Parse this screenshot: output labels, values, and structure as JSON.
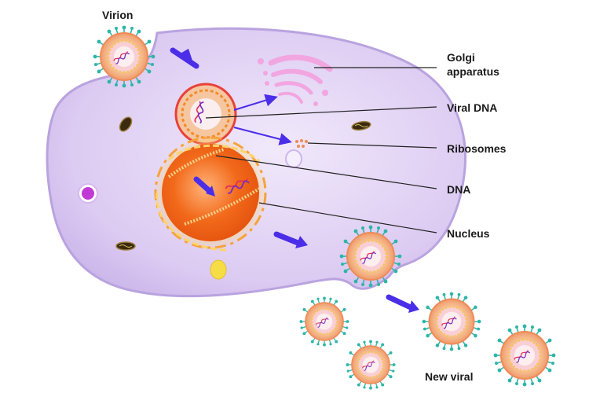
{
  "diagram": {
    "labels": {
      "virion": "Virion",
      "golgi_line1": "Golgi",
      "golgi_line2": "apparatus",
      "viral_dna": "Viral DNA",
      "ribosomes": "Ribosomes",
      "dna": "DNA",
      "nucleus": "Nucleus",
      "new_viral": "New viral"
    },
    "colors": {
      "cytoplasm": "#d9c8f0",
      "cell_outline": "#b9a3df",
      "nucleus_core": "#f26a1b",
      "nucleus_glow": "#ffd36b",
      "virion_shell": "#f29a6c",
      "virion_capsid": "#f7d08a",
      "spike": "#2fb5a8",
      "arrow": "#4b2ee8",
      "golgi": "#f2a6e0",
      "dna_strand": "#e0315a",
      "leader_line": "#222222"
    },
    "icons": [
      "virion-icon",
      "dna-helix-icon",
      "mitochondrion-icon",
      "vesicle-icon",
      "lysosome-icon",
      "arrow-icon"
    ]
  }
}
